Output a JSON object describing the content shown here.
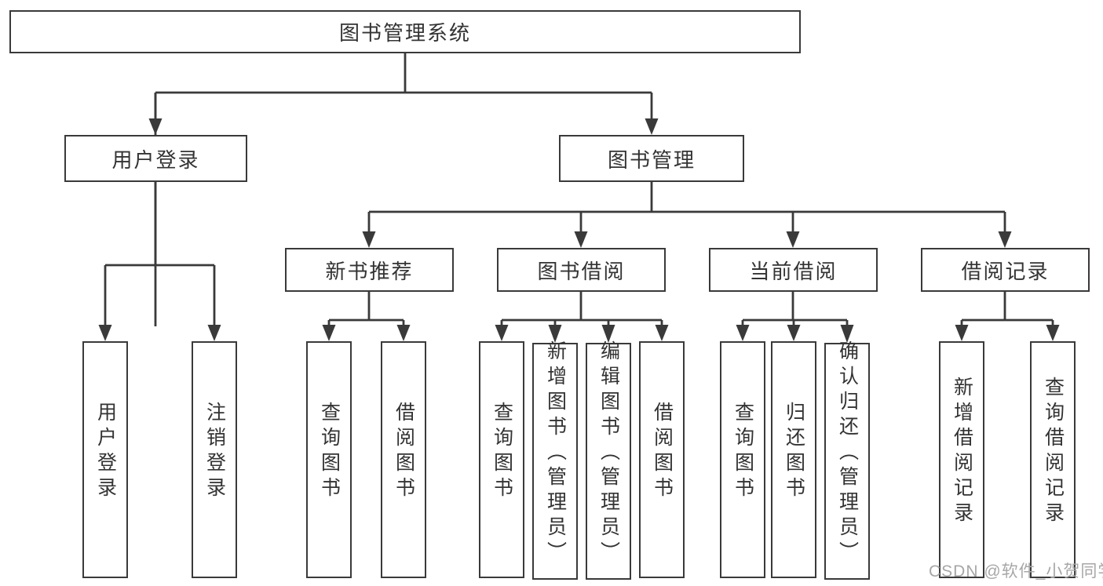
{
  "diagram": {
    "title": "图书管理系统",
    "branches": [
      {
        "label": "用户登录",
        "children": [
          {
            "label": "用户登录"
          },
          {
            "label": "注销登录"
          }
        ]
      },
      {
        "label": "图书管理",
        "children": [
          {
            "label": "新书推荐",
            "children": [
              {
                "label": "查询图书"
              },
              {
                "label": "借阅图书"
              }
            ]
          },
          {
            "label": "图书借阅",
            "children": [
              {
                "label": "查询图书"
              },
              {
                "label": "新增图书（管理员）"
              },
              {
                "label": "编辑图书（管理员）"
              },
              {
                "label": "借阅图书"
              }
            ]
          },
          {
            "label": "当前借阅",
            "children": [
              {
                "label": "查询图书"
              },
              {
                "label": "归还图书"
              },
              {
                "label": "确认归还（管理员）"
              }
            ]
          },
          {
            "label": "借阅记录",
            "children": [
              {
                "label": "新增借阅记录"
              },
              {
                "label": "查询借阅记录"
              }
            ]
          }
        ]
      }
    ]
  },
  "watermark": {
    "text": "CSDN @软件_小贺同学"
  },
  "colors": {
    "line": "#3a3a3a",
    "text": "#333333",
    "watermark": "#a7a7a7",
    "background": "#ffffff"
  }
}
